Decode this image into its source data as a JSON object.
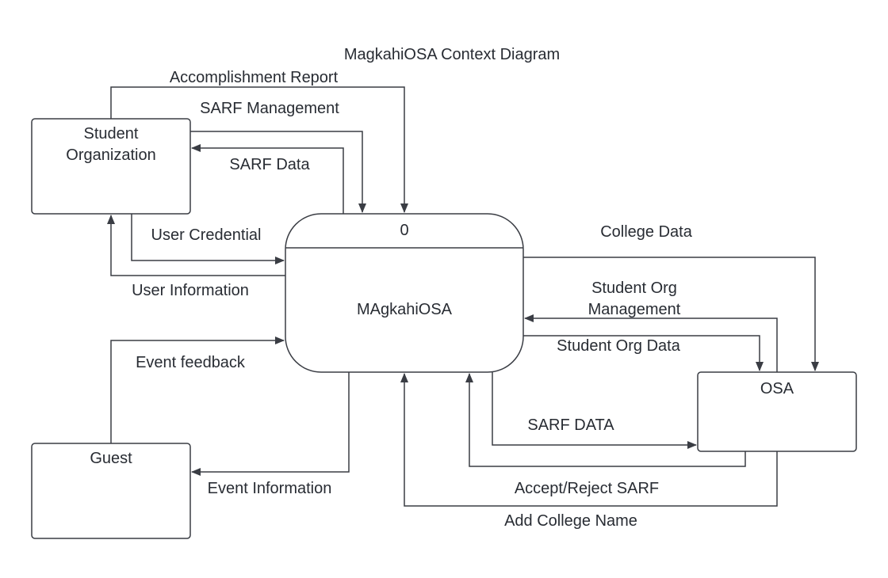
{
  "title": "MagkahiOSA Context Diagram",
  "process": {
    "number": "0",
    "name": "MAgkahiOSA"
  },
  "entities": {
    "student_org": [
      "Student",
      "Organization"
    ],
    "osa": "OSA",
    "guest": "Guest"
  },
  "flows": {
    "accomplishment_report": "Accomplishment Report",
    "sarf_management": "SARF Management",
    "sarf_data": "SARF Data",
    "user_credential": "User Credential",
    "user_information": "User Information",
    "college_data": "College Data",
    "student_org_management": [
      "Student Org",
      "Management"
    ],
    "student_org_data": "Student Org Data",
    "event_feedback": "Event feedback",
    "sarf_data_caps": "SARF DATA",
    "event_information": "Event Information",
    "accept_reject_sarf": "Accept/Reject SARF",
    "add_college_name": "Add College Name"
  }
}
